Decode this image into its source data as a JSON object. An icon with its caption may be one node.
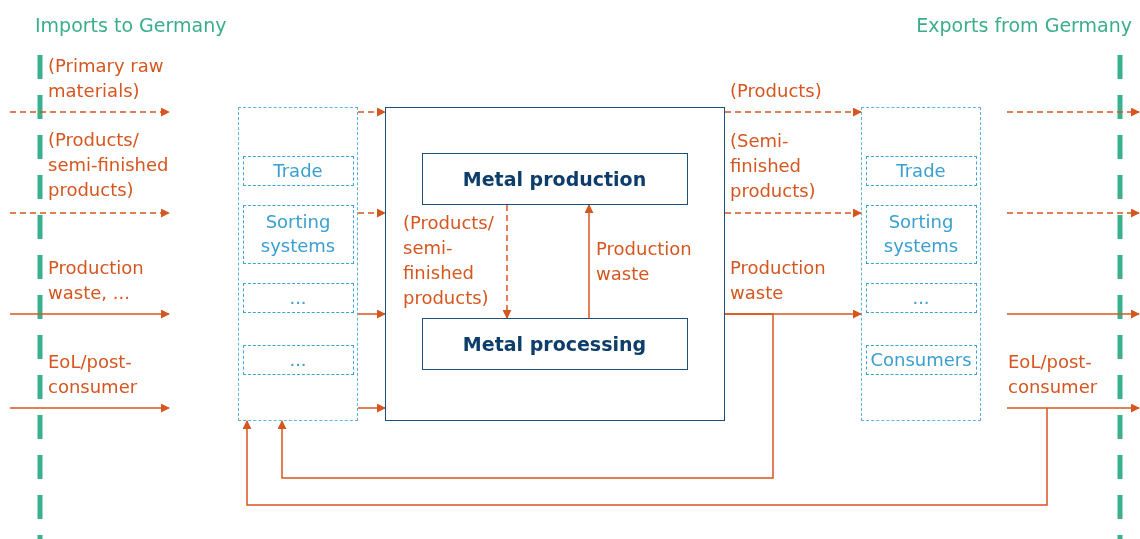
{
  "diagram": {
    "nodes": [
      {
        "text": [],
        "shape": "box"
      },
      {
        "text": [
          "Trade"
        ],
        "in": 0
      },
      {
        "text": [
          "Sorting systems"
        ],
        "in": 0
      },
      {
        "text": [
          "..."
        ],
        "in": 0
      },
      {
        "text": [
          "..."
        ],
        "in": 0
      },
      {
        "text": [],
        "shape": "box"
      },
      {
        "text": [
          "Metal production"
        ],
        "in": 5
      },
      {
        "text": [
          "Metal processing"
        ],
        "in": 5
      },
      {
        "text": [],
        "shape": "box"
      },
      {
        "text": [
          "Trade"
        ],
        "in": 8
      },
      {
        "text": [
          "Sorting systems"
        ],
        "in": 8
      },
      {
        "text": [
          "..."
        ],
        "in": 8
      },
      {
        "text": [
          "Consumers"
        ],
        "in": 8
      }
    ],
    "edges": [
      {
        "from": 0,
        "to": 5,
        "arrow": "to",
        "style": "dashed"
      },
      {
        "from": 0,
        "to": 5,
        "arrow": "to",
        "style": "dashed"
      },
      {
        "from": 0,
        "to": 5,
        "arrow": "to"
      },
      {
        "from": 0,
        "to": 5,
        "arrow": "to"
      },
      {
        "from": 5,
        "to": 8,
        "arrow": "to",
        "style": "dashed",
        "label": "(Products)"
      },
      {
        "from": 5,
        "to": 8,
        "arrow": "to",
        "style": "dashed",
        "label": "(Semi-finished products)"
      },
      {
        "from": 5,
        "to": 8,
        "arrow": "to",
        "label": "Production waste"
      },
      {
        "from": 6,
        "to": 7,
        "arrow": "to",
        "style": "dashed",
        "label": "(Products/ semi-finished products)"
      },
      {
        "from": 7,
        "to": 6,
        "arrow": "to",
        "label": "Production waste"
      },
      {
        "from": 5,
        "to": 0,
        "arrow": "to"
      },
      {
        "from": null,
        "to": 0,
        "arrow": "to"
      }
    ],
    "labels": [
      "Imports to Germany",
      "Exports from Germany",
      "(Primary raw materials)",
      "(Products/ semi-finished products)",
      "Production waste, ...",
      "EoL/post-consumer",
      "EoL/post-consumer"
    ]
  }
}
